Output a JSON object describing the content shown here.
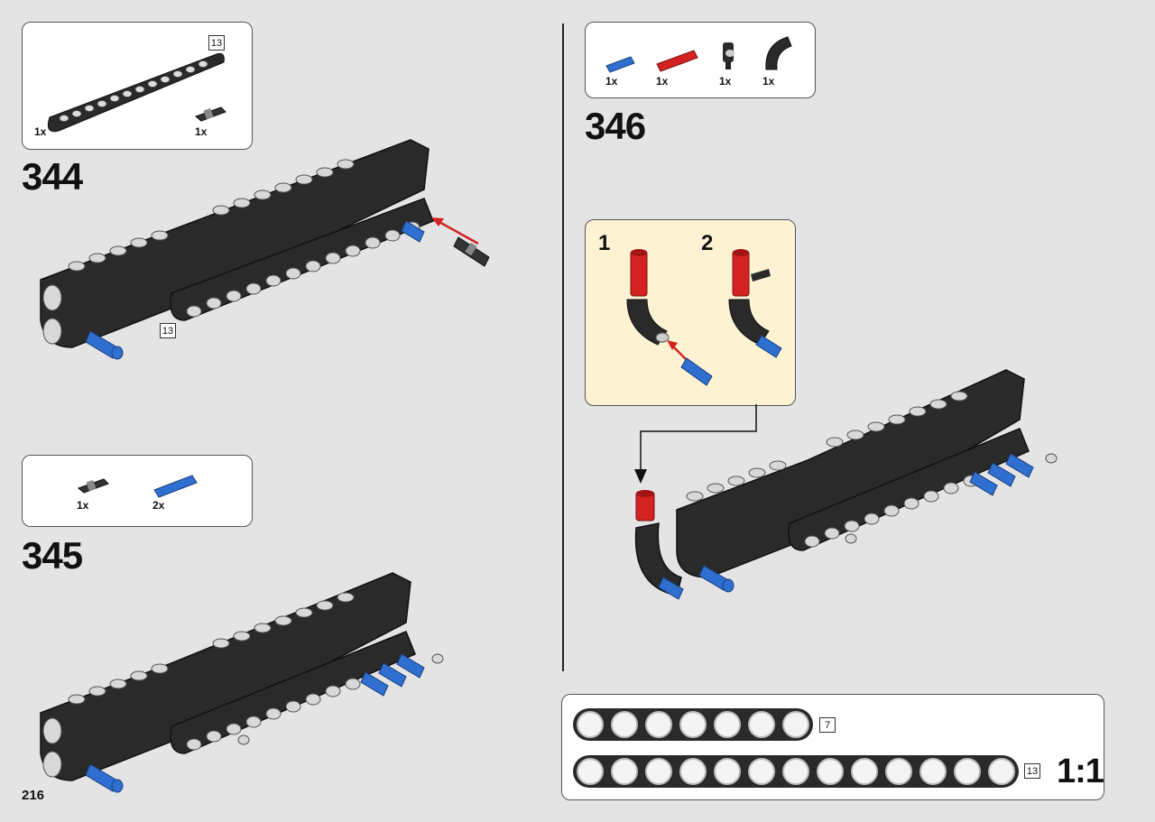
{
  "page_number": "216",
  "steps": [
    {
      "number": "344",
      "parts": [
        {
          "qty": "1x",
          "name": "beam-13-icon"
        },
        {
          "qty": "1x",
          "name": "black-axle-pin-icon"
        }
      ],
      "callout_length": "13",
      "part_box_length": "13"
    },
    {
      "number": "345",
      "parts": [
        {
          "qty": "1x",
          "name": "black-axle-pin-icon"
        },
        {
          "qty": "2x",
          "name": "blue-long-pin-icon"
        }
      ]
    },
    {
      "number": "346",
      "parts": [
        {
          "qty": "1x",
          "name": "blue-pin-icon"
        },
        {
          "qty": "1x",
          "name": "red-axle-pin-icon"
        },
        {
          "qty": "1x",
          "name": "black-connector-icon"
        },
        {
          "qty": "1x",
          "name": "curved-beam-icon"
        }
      ],
      "substeps": [
        "1",
        "2"
      ]
    }
  ],
  "scale_reference": {
    "beams": [
      {
        "length": "7",
        "holes": 7
      },
      {
        "length": "13",
        "holes": 13
      }
    ],
    "ratio": "1:1"
  },
  "colors": {
    "background": "#e4e4e4",
    "callout_bg": "#fdf3d3",
    "technic_black": "#2a2a2a",
    "technic_blue": "#2f6fd0",
    "technic_red": "#d42222"
  }
}
